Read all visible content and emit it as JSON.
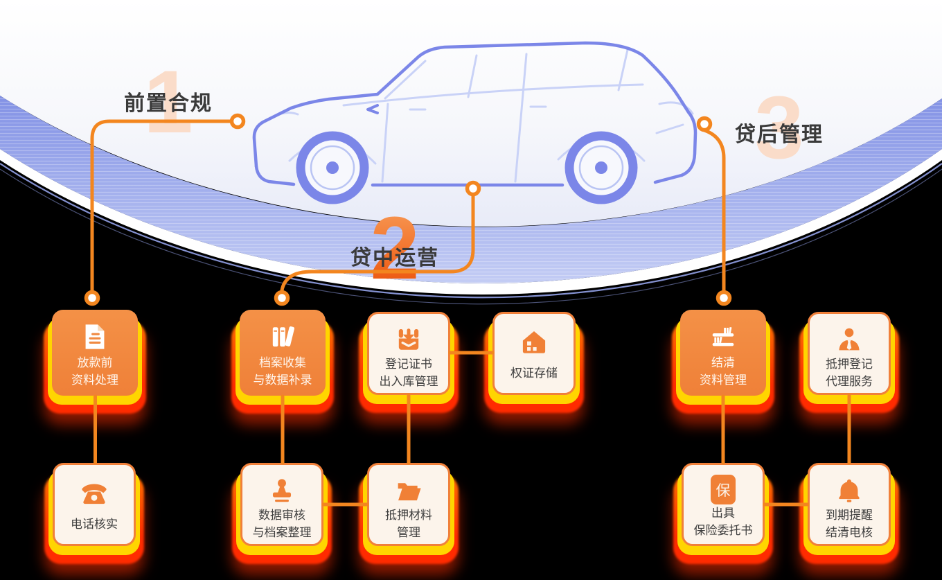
{
  "palette": {
    "page_bg": "#000000",
    "dome_top": "#FFFFFF",
    "dome_bottom": "#E8EBF8",
    "band_blue": "#8C9BE8",
    "car_outline": "#7B86E8",
    "car_detail": "#C9D2F7",
    "connector_orange": "#F3861F",
    "card_orange": "#F08A42",
    "card_cream_bg": "#FCF4EB",
    "card_border": "#F0803A",
    "glow_yellow": "#FFD500",
    "glow_red": "#FF2B00",
    "text_dark": "#3A3A3A"
  },
  "phases": [
    {
      "number": "1",
      "label": "前置合规"
    },
    {
      "number": "2",
      "label": "贷中运营"
    },
    {
      "number": "3",
      "label": "贷后管理"
    }
  ],
  "cards": [
    {
      "variant": "orange",
      "icon": "document-icon",
      "lines": [
        "放款前",
        "资料处理"
      ]
    },
    {
      "variant": "cream",
      "icon": "phone-icon",
      "lines": [
        "电话核实"
      ]
    },
    {
      "variant": "orange",
      "icon": "archive-books-icon",
      "lines": [
        "档案收集",
        "与数据补录"
      ]
    },
    {
      "variant": "cream",
      "icon": "certificate-inbox-icon",
      "lines": [
        "登记证书",
        "出入库管理"
      ]
    },
    {
      "variant": "cream",
      "icon": "warehouse-house-icon",
      "lines": [
        "权证存储"
      ]
    },
    {
      "variant": "cream",
      "icon": "stamp-icon",
      "lines": [
        "数据审核",
        "与档案整理"
      ]
    },
    {
      "variant": "cream",
      "icon": "open-folder-icon",
      "lines": [
        "抵押材料",
        "管理"
      ]
    },
    {
      "variant": "orange",
      "icon": "bookshelf-icon",
      "lines": [
        "结清",
        "资料管理"
      ]
    },
    {
      "variant": "cream",
      "icon": "agent-person-icon",
      "lines": [
        "抵押登记",
        "代理服务"
      ]
    },
    {
      "variant": "cream",
      "icon": "insurance-badge-icon",
      "lines": [
        "出具",
        "保险委托书"
      ],
      "badge": "保"
    },
    {
      "variant": "cream",
      "icon": "bell-icon",
      "lines": [
        "到期提醒",
        "结清电核"
      ]
    }
  ]
}
